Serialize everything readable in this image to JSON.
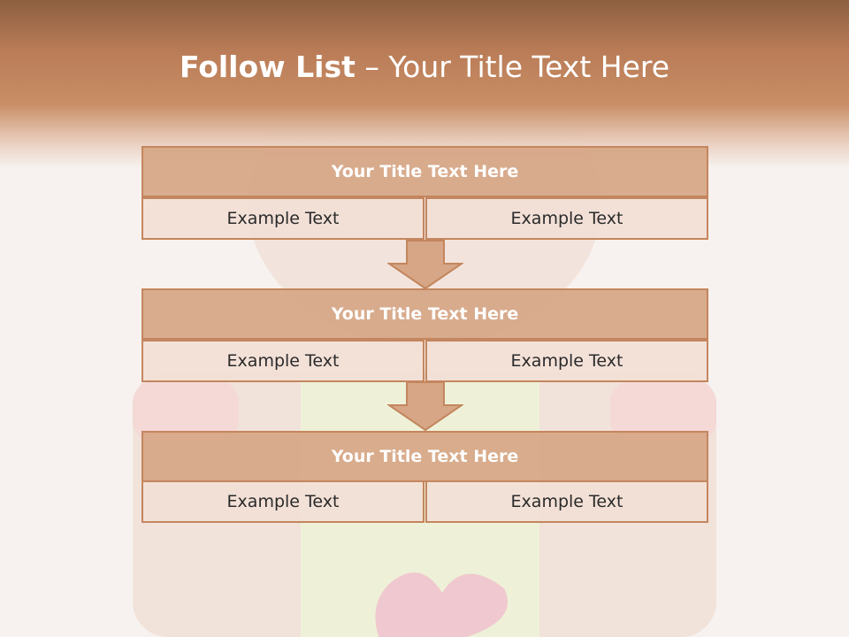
{
  "title": {
    "bold": "Follow List",
    "rest": " – Your Title Text Here"
  },
  "blocks": [
    {
      "title": "Your Title Text Here",
      "left": "Example Text",
      "right": "Example Text"
    },
    {
      "title": "Your Title Text Here",
      "left": "Example Text",
      "right": "Example Text"
    },
    {
      "title": "Your Title Text Here",
      "left": "Example Text",
      "right": "Example Text"
    }
  ],
  "colors": {
    "header": "#b97c57",
    "title_box": "#d6a686",
    "cell_box": "#f2e0d6",
    "border": "#c4865e"
  },
  "icons": {
    "connector": "down-arrow-icon"
  }
}
